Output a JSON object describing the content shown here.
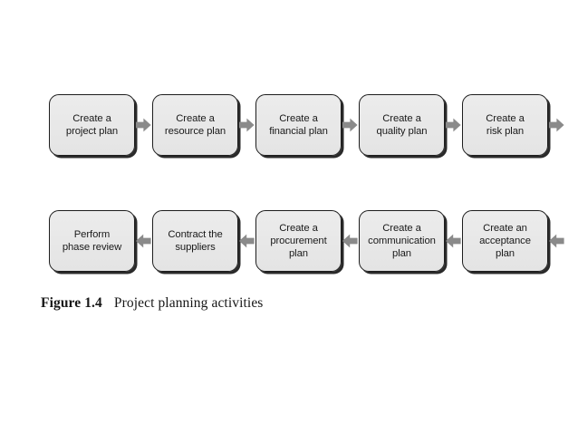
{
  "figure": {
    "background_color": "#ffffff",
    "box_fill_color": "#e8e8e8",
    "box_border_color": "#1d1d1d",
    "box_shadow_color": "#2a2a2a",
    "arrow_color": "#8a8a8a",
    "text_color": "#1a1a1a",
    "caption": {
      "number": "Figure 1.4",
      "text": "Project planning activities"
    }
  },
  "rows": [
    {
      "id": "row-1",
      "direction": "left-to-right",
      "boxes": [
        {
          "id": "create-project-plan",
          "label": "Create a\nproject plan"
        },
        {
          "id": "create-resource-plan",
          "label": "Create a\nresource plan"
        },
        {
          "id": "create-financial-plan",
          "label": "Create a\nfinancial plan"
        },
        {
          "id": "create-quality-plan",
          "label": "Create a\nquality plan"
        },
        {
          "id": "create-risk-plan",
          "label": "Create a\nrisk plan"
        }
      ],
      "arrows": [
        {
          "id": "arrow-1-1",
          "direction": "right",
          "clipped": false
        },
        {
          "id": "arrow-1-2",
          "direction": "right",
          "clipped": false
        },
        {
          "id": "arrow-1-3",
          "direction": "right",
          "clipped": false
        },
        {
          "id": "arrow-1-4",
          "direction": "right",
          "clipped": false
        },
        {
          "id": "arrow-1-edge",
          "direction": "right",
          "clipped": true
        }
      ]
    },
    {
      "id": "row-2",
      "direction": "right-to-left",
      "boxes": [
        {
          "id": "perform-phase-review",
          "label": "Perform\nphase review"
        },
        {
          "id": "contract-the-suppliers",
          "label": "Contract the\nsuppliers"
        },
        {
          "id": "create-procurement-plan",
          "label": "Create a\nprocurement\nplan"
        },
        {
          "id": "create-communication-plan",
          "label": "Create a\ncommunication\nplan"
        },
        {
          "id": "create-acceptance-plan",
          "label": "Create an\nacceptance\nplan"
        }
      ],
      "arrows": [
        {
          "id": "arrow-2-1",
          "direction": "left",
          "clipped": false
        },
        {
          "id": "arrow-2-2",
          "direction": "left",
          "clipped": false
        },
        {
          "id": "arrow-2-3",
          "direction": "left",
          "clipped": false
        },
        {
          "id": "arrow-2-4",
          "direction": "left",
          "clipped": false
        },
        {
          "id": "arrow-2-edge",
          "direction": "left",
          "clipped": true
        }
      ]
    }
  ]
}
